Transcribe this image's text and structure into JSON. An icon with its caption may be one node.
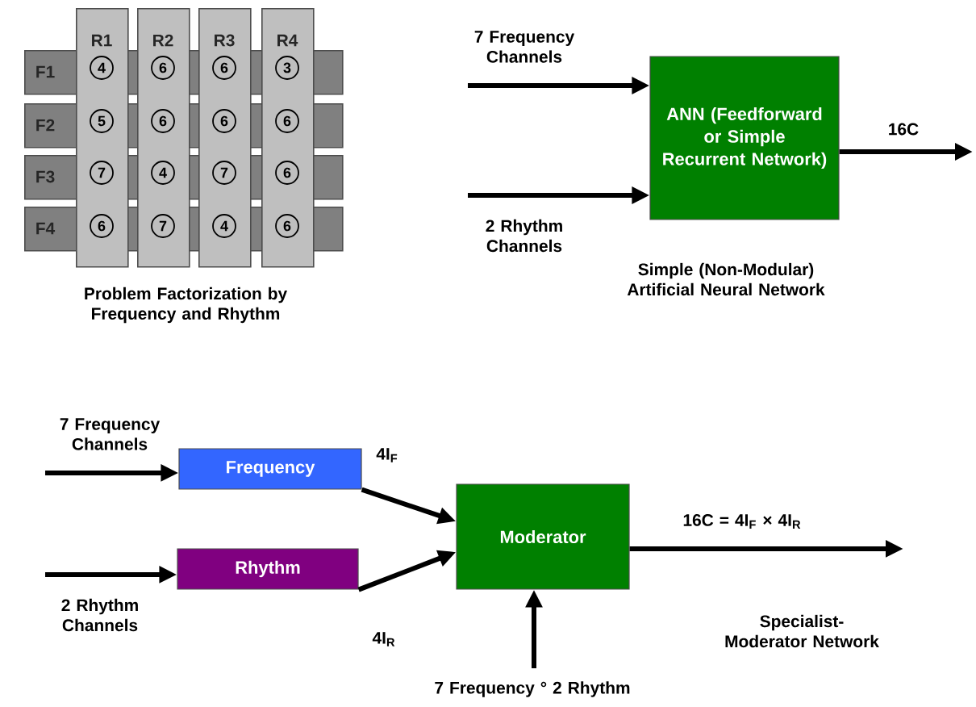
{
  "diagram": {
    "nodes": [
      {
        "text": [
          "F1"
        ]
      },
      {
        "text": [
          "F2"
        ]
      },
      {
        "text": [
          "F3"
        ]
      },
      {
        "text": [
          "F4"
        ]
      },
      {
        "text": [
          "R1"
        ]
      },
      {
        "text": [
          "4"
        ]
      },
      {
        "text": [
          "5"
        ]
      },
      {
        "text": [
          "7"
        ]
      },
      {
        "text": [
          "6"
        ]
      },
      {
        "text": [
          "R2"
        ]
      },
      {
        "text": [
          "6"
        ]
      },
      {
        "text": [
          "6"
        ]
      },
      {
        "text": [
          "4"
        ]
      },
      {
        "text": [
          "7"
        ]
      },
      {
        "text": [
          "R3"
        ]
      },
      {
        "text": [
          "6"
        ]
      },
      {
        "text": [
          "6"
        ]
      },
      {
        "text": [
          "7"
        ]
      },
      {
        "text": [
          "4"
        ]
      },
      {
        "text": [
          "R4"
        ]
      },
      {
        "text": [
          "3"
        ]
      },
      {
        "text": [
          "6"
        ]
      },
      {
        "text": [
          "6"
        ]
      },
      {
        "text": [
          "6"
        ]
      },
      {
        "text": [
          "ANN (Feedforward or Simple Recurrent Network)"
        ]
      },
      {
        "text": [
          "Frequency"
        ]
      },
      {
        "text": [
          "Rhythm"
        ]
      },
      {
        "text": [
          "Moderator"
        ]
      }
    ],
    "edges": [
      {
        "from": null,
        "to": 24,
        "arrow": "to",
        "label": "7 Frequency Channels"
      },
      {
        "from": null,
        "to": 24,
        "arrow": "to",
        "label": "2 Rhythm Channels"
      },
      {
        "from": 24,
        "to": null,
        "arrow": "to",
        "label": "16C"
      },
      {
        "from": null,
        "to": 25,
        "arrow": "to",
        "label": "7 Frequency Channels"
      },
      {
        "from": null,
        "to": 26,
        "arrow": "to",
        "label": "2 Rhythm Channels"
      },
      {
        "from": 25,
        "to": 27,
        "arrow": "to",
        "label": "4I$_{F}$"
      },
      {
        "from": 26,
        "to": 27,
        "arrow": "to",
        "label": "4I$_{R}$"
      },
      {
        "from": null,
        "to": 27,
        "arrow": "to",
        "label": "7 Frequency ° 2 Rhythm"
      },
      {
        "from": 27,
        "to": null,
        "arrow": "to",
        "label": "16C = 4I$_{F}$ × 4I$_{R}$"
      }
    ],
    "labels": [
      "Problem Factorization by Frequency and Rhythm",
      "Simple (Non-Modular) Artificial Neural Network",
      "Specialist-Moderator Network"
    ]
  }
}
